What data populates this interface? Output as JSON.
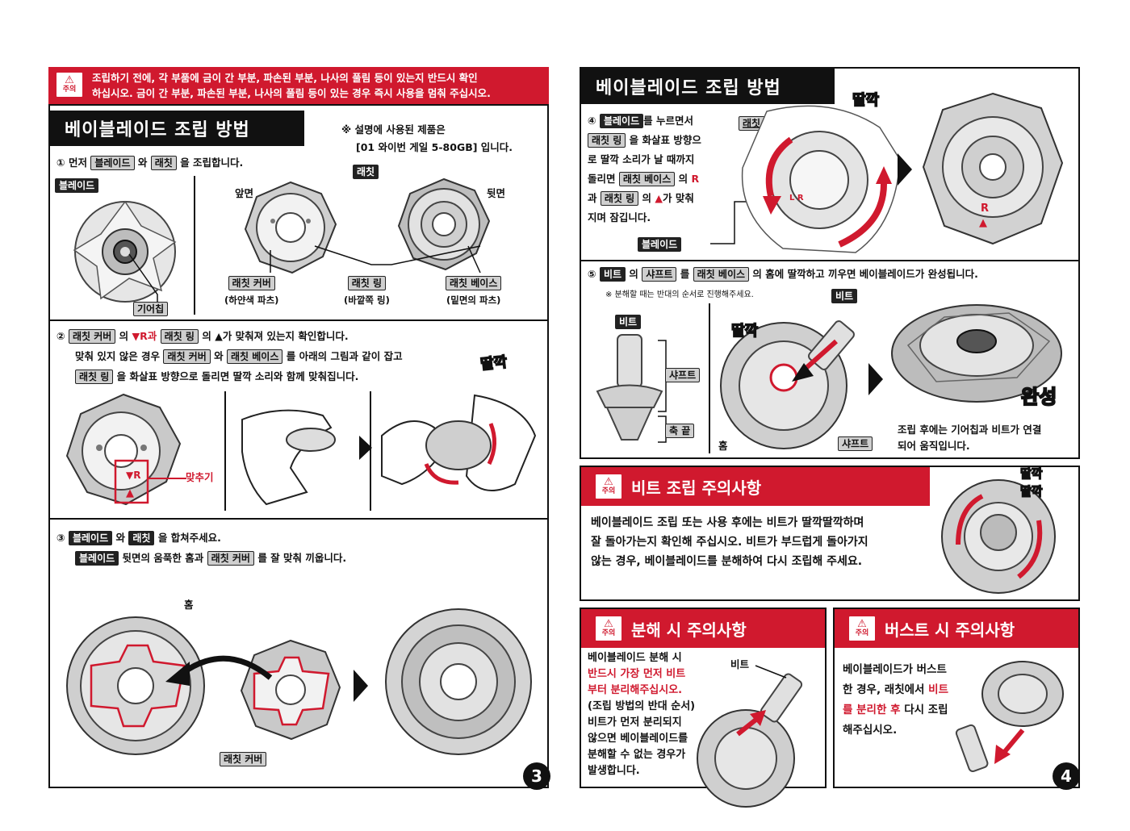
{
  "colors": {
    "accent_red": "#d0192e",
    "dark": "#111111",
    "tag_gray": "#cfcfcf"
  },
  "caution_label": "주의",
  "left": {
    "warning": {
      "line1": "조립하기 전에, 각 부품에 금이 간 부분, 파손된 부분, 나사의 풀림 등이 있는지 반드시 확인",
      "line2": "하십시오. 금이 간 부분, 파손된 부분, 나사의 풀림 등이 있는 경우 즉시 사용을 멈춰 주십시오."
    },
    "title": "베이블레이드 조립 방법",
    "note_line1": "※ 설명에 사용된 제품은",
    "note_line2": "[01 와이번 게일 5-80GB] 입니다.",
    "step1": {
      "num": "①",
      "pre": "먼저",
      "tag1": "블레이드",
      "mid": "와",
      "tag2": "래칫",
      "post": "을 조립합니다.",
      "blade_tag": "블레이드",
      "ratchet_tag": "래칫",
      "front": "앞면",
      "back": "뒷면",
      "gear_chip": "기어칩",
      "ratchet_cover": "래칫 커버",
      "ratchet_cover_sub": "(하얀색 파츠)",
      "ratchet_ring": "래칫 링",
      "ratchet_ring_sub": "(바깥쪽 링)",
      "ratchet_base": "래칫 베이스",
      "ratchet_base_sub": "(밑면의 파츠)"
    },
    "step2": {
      "num": "②",
      "tag1": "래칫 커버",
      "t1": "의",
      "mark1": "▼R과",
      "tag2": "래칫 링",
      "t2": "의",
      "mark2": "▲가 맞춰져 있는지 확인합니다.",
      "l2a": "맞춰 있지 않은 경우",
      "tag3": "래칫 커버",
      "l2b": "와",
      "tag4": "래칫 베이스",
      "l2c": "를 아래의 그림과 같이 잡고",
      "tag5": "래칫 링",
      "l3": "을 화살표 방향으로 돌리면 딸깍 소리와 함께 맞춰집니다.",
      "align": "맞추기",
      "click": "딸깍"
    },
    "step3": {
      "num": "③",
      "tag1": "블레이드",
      "mid": "와",
      "tag2": "래칫",
      "post": "을 합쳐주세요.",
      "tag3": "블레이드",
      "l2a": "뒷면의 움푹한 홈과",
      "tag4": "래칫 커버",
      "l2b": "를 잘 맞춰 끼웁니다.",
      "groove": "홈",
      "cover": "래칫 커버"
    },
    "page_number": "3"
  },
  "right": {
    "title": "베이블레이드 조립 방법",
    "step4": {
      "num": "④",
      "tag1": "블레이드",
      "l1": "를 누르면서",
      "tag2": "래칫 링",
      "l2": "을 화살표 방향으",
      "l3": "로 딸깍 소리가 날 때까지",
      "l4a": "돌리면",
      "tag3": "래칫 베이스",
      "l4b": "의",
      "r": "R",
      "l5a": "과",
      "tag4": "래칫 링",
      "l5b": "의",
      "tri": "▲",
      "l5c": "가 맞춰",
      "l6": "지며 잠깁니다.",
      "ring_label": "래칫 링",
      "blade_label": "블레이드",
      "click": "딸깍"
    },
    "step5": {
      "num": "⑤",
      "tag1": "비트",
      "t1": "의",
      "tag2": "샤프트",
      "t2": "를",
      "tag3": "래칫 베이스",
      "t3": "의 홈에 딸깍하고 끼우면 베이블레이드가 완성됩니다.",
      "note": "※ 분해할 때는 반대의 순서로 진행해주세요.",
      "bit": "비트",
      "shaft": "샤프트",
      "tip": "축 끝",
      "bit2": "비트",
      "groove": "홈",
      "shaft2": "샤프트",
      "click": "딸깍",
      "done": "완성",
      "after1": "조립 후에는 기어칩과 비트가 연결",
      "after2": "되어 움직입니다."
    },
    "bit_caution": {
      "title": "비트 조립 주의사항",
      "line1": "베이블레이드 조립 또는 사용 후에는 비트가 딸깍딸깍하며",
      "line2": "잘 돌아가는지 확인해 주십시오. 비트가 부드럽게 돌아가지",
      "line3": "않는 경우, 베이블레이드를 분해하여 다시 조립해 주세요.",
      "click1": "딸깍",
      "click2": "딸깍"
    },
    "disassembly": {
      "title": "분해 시 주의사항",
      "l1": "베이블레이드 분해 시",
      "l2": "반드시 가장 먼저 비트",
      "l3": "부터 분리해주십시오.",
      "l4": "(조립 방법의 반대 순서)",
      "l5": "비트가 먼저 분리되지",
      "l6": "않으면 베이블레이드를",
      "l7": "분해할 수 없는 경우가",
      "l8": "발생합니다.",
      "bit": "비트"
    },
    "burst": {
      "title": "버스트 시 주의사항",
      "l1": "베이블레이드가 버스트",
      "l2a": "한 경우, 래칫에서",
      "l2b": "비트",
      "l3a": "를 분리한 후",
      "l3b": "다시 조립",
      "l4": "해주십시오."
    },
    "page_number": "4"
  }
}
